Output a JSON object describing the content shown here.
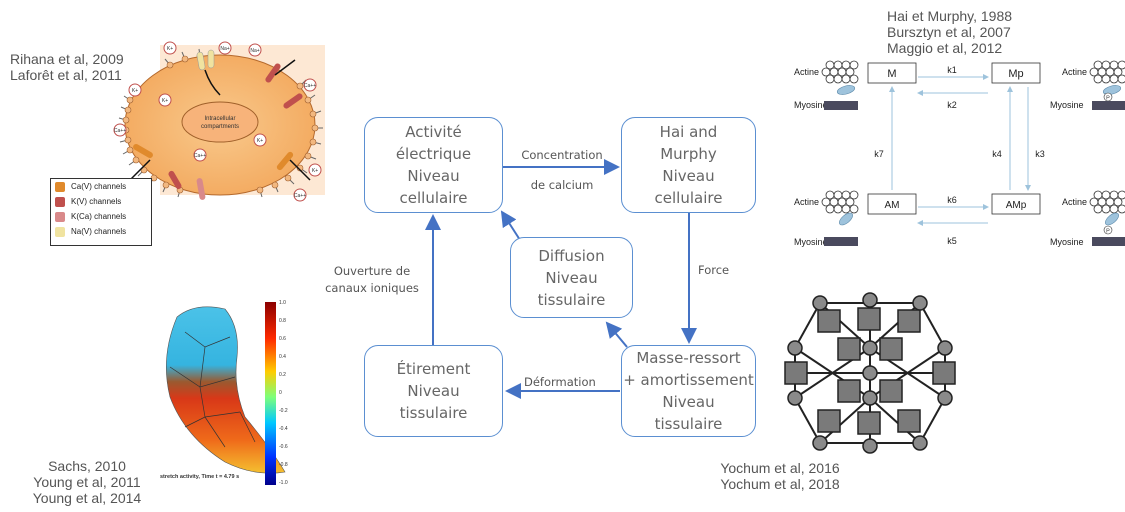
{
  "references": {
    "top_left": [
      "Rihana et al, 2009",
      "Laforêt et al, 2011"
    ],
    "top_right": [
      "Hai et Murphy, 1988",
      "Bursztyn et al, 2007",
      "Maggio et al, 2012"
    ],
    "bottom_left": [
      "Sachs, 2010",
      "Young et al, 2011",
      "Young et al, 2014"
    ],
    "bottom_right": [
      "Yochum et al, 2016",
      "Yochum et al, 2018"
    ]
  },
  "cell_illustration": {
    "compartment_label": [
      "Intracellular",
      "compartments"
    ],
    "ions": [
      "Na+",
      "K+",
      "Ca++"
    ],
    "legend": [
      {
        "label": "Ca(V) channels",
        "color": "#e08a2c"
      },
      {
        "label": "K(V) channels",
        "color": "#c0504d"
      },
      {
        "label": "K(Ca) channels",
        "color": "#d9898a"
      },
      {
        "label": "Na(V) channels",
        "color": "#f0e3a0"
      }
    ]
  },
  "flow": {
    "nodes": {
      "electrical": [
        "Activité",
        "électrique",
        "Niveau",
        "cellulaire"
      ],
      "hai_murphy": [
        "Hai and",
        "Murphy",
        "Niveau",
        "cellulaire"
      ],
      "diffusion": [
        "Diffusion",
        "Niveau",
        "tissulaire"
      ],
      "stretch": [
        "Étirement",
        "Niveau",
        "tissulaire"
      ],
      "mass_spring": [
        "Masse-ressort",
        "+ amortissement",
        "Niveau",
        "tissulaire"
      ]
    },
    "edges": {
      "calcium": [
        "Concentration",
        "de calcium"
      ],
      "force": "Force",
      "deformation": "Déformation",
      "ion_channels": [
        "Ouverture de",
        "canaux ioniques"
      ]
    }
  },
  "kinetic": {
    "states": {
      "M": "M",
      "Mp": "Mp",
      "AM": "AM",
      "AMp": "AMp"
    },
    "rates": [
      "k1",
      "k2",
      "k3",
      "k4",
      "k5",
      "k6",
      "k7"
    ],
    "labels": {
      "actin": "Actine",
      "myosin": "Myosine",
      "phosphate": "P"
    }
  },
  "heatmap": {
    "caption": "stretch activity, Time t = 4.79 s",
    "colorbar_ticks": [
      "1.0",
      "0.8",
      "0.6",
      "0.4",
      "0.2",
      "0",
      "-0.2",
      "-0.4",
      "-0.6",
      "-0.8",
      "-1.0"
    ]
  },
  "colors": {
    "node_border": "#5b8fd1",
    "arrow": "#4472c4",
    "myosin_bar": "#4a4a5e",
    "head": "#7fa6c8"
  }
}
